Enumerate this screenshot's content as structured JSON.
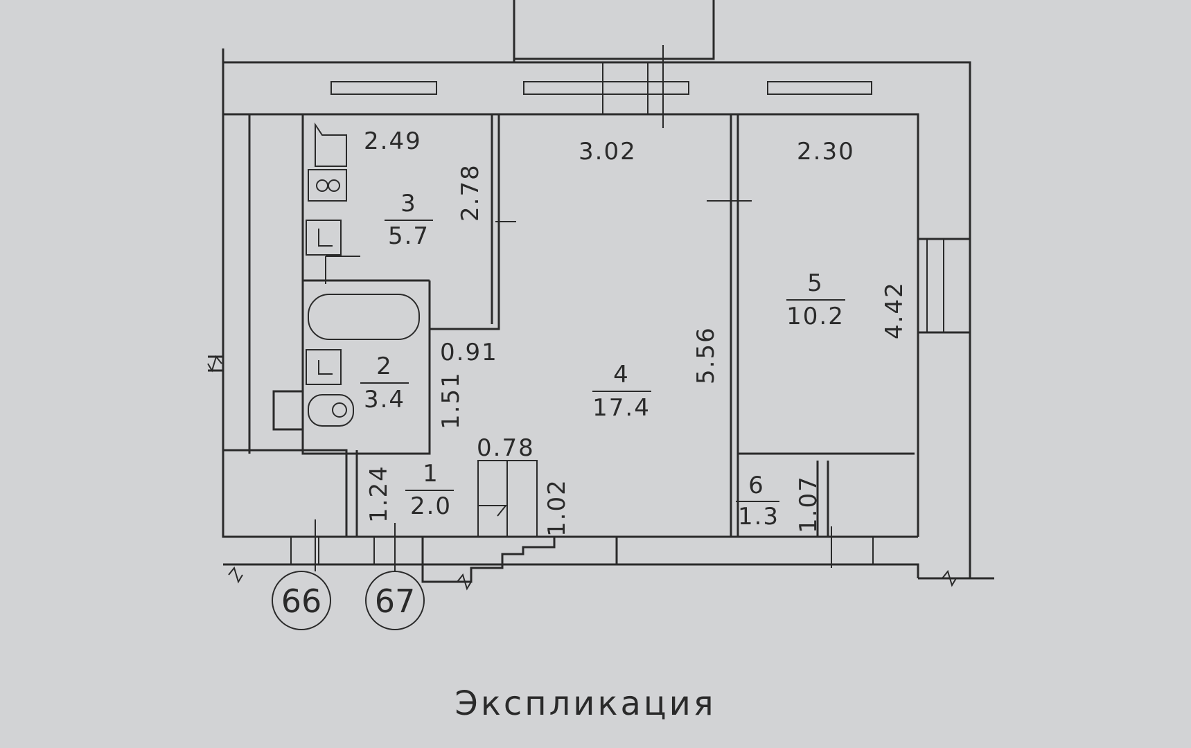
{
  "title": "Экспликация",
  "rooms": [
    {
      "id": "1",
      "number": "1",
      "area": "2.0"
    },
    {
      "id": "2",
      "number": "2",
      "area": "3.4"
    },
    {
      "id": "3",
      "number": "3",
      "area": "5.7"
    },
    {
      "id": "4",
      "number": "4",
      "area": "17.4"
    },
    {
      "id": "5",
      "number": "5",
      "area": "10.2"
    },
    {
      "id": "6",
      "number": "6",
      "area": "1.3"
    }
  ],
  "dimensions": {
    "kitchen_width": "2.49",
    "kitchen_depth": "2.78",
    "living_width": "3.02",
    "living_depth": "5.56",
    "bedroom_width": "2.30",
    "bedroom_depth": "4.42",
    "bath_offset": "0.91",
    "bath_depth": "1.51",
    "hall_depth": "1.24",
    "closet_width": "0.78",
    "closet_depth": "1.02",
    "storage_depth": "1.07"
  },
  "axes": [
    "66",
    "67"
  ]
}
